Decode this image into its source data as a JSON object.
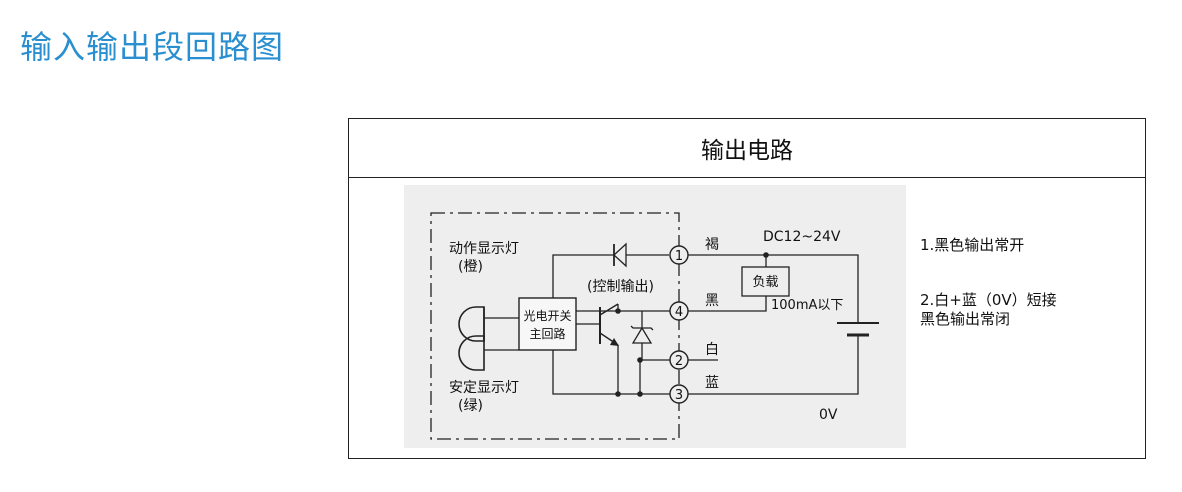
{
  "page": {
    "title": "输入输出段回路图"
  },
  "panel": {
    "header": "输出电路",
    "notes": {
      "note1": "1.黑色输出常开",
      "note2_line1": "2.白+蓝（0V）短接",
      "note2_line2": "黑色输出常闭"
    }
  },
  "diagram": {
    "action_lamp_label": "动作显示灯",
    "action_lamp_color": "(橙)",
    "stable_lamp_label": "安定显示灯",
    "stable_lamp_color": "(绿)",
    "main_circuit_line1": "光电开关",
    "main_circuit_line2": "主回路",
    "control_output": "(控制输出)",
    "terminal_1": "1",
    "terminal_2": "2",
    "terminal_3": "3",
    "terminal_4": "4",
    "wire_brown": "褐",
    "wire_black": "黑",
    "wire_white": "白",
    "wire_blue": "蓝",
    "supply": "DC12~24V",
    "load": "负载",
    "load_current": "100mA以下",
    "zero_volt": "0V"
  }
}
